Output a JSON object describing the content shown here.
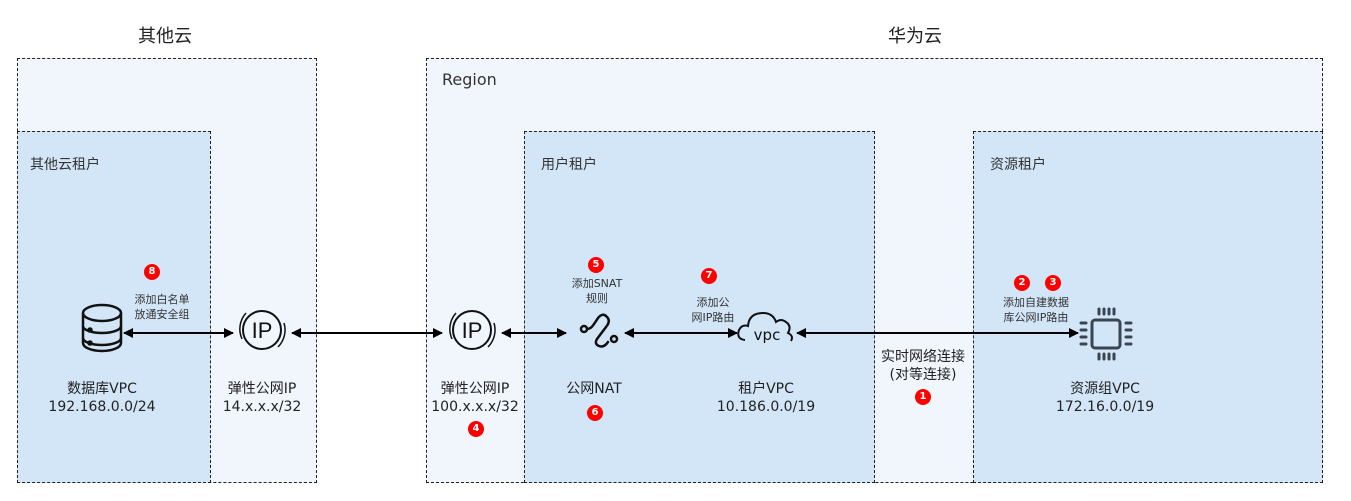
{
  "groups": {
    "other_cloud": {
      "title": "其他云",
      "tenant_label": "其他云租户"
    },
    "huawei_cloud": {
      "title": "华为云",
      "region_label": "Region",
      "user_tenant_label": "用户租户",
      "resource_tenant_label": "资源租户"
    }
  },
  "nodes": {
    "db_vpc": {
      "name": "数据库VPC",
      "cidr": "192.168.0.0/24",
      "icon": "database-icon"
    },
    "eip_other": {
      "name": "弹性公网IP",
      "cidr": "14.x.x.x/32",
      "icon": "elastic-ip-icon"
    },
    "eip_hw": {
      "name": "弹性公网IP",
      "cidr": "100.x.x.x/32",
      "icon": "elastic-ip-icon"
    },
    "nat": {
      "name": "公网NAT",
      "icon": "nat-gateway-icon"
    },
    "tenant_vpc": {
      "name": "租户VPC",
      "cidr": "10.186.0.0/19",
      "icon": "vpc-cloud-icon",
      "icon_text": "vpc"
    },
    "resource_vpc": {
      "name": "资源组VPC",
      "cidr": "172.16.0.0/19",
      "icon": "chip-icon"
    }
  },
  "notes": {
    "whitelist": [
      "添加白名单",
      "放通安全组"
    ],
    "snat": [
      "添加SNAT",
      "规则"
    ],
    "route_public": [
      "添加公",
      "网IP路由"
    ],
    "route_db": [
      "添加自建数据",
      "库公网IP路由"
    ],
    "peering": [
      "实时网络连接",
      "(对等连接)"
    ]
  },
  "badges": {
    "b1": "1",
    "b2": "2",
    "b3": "3",
    "b4": "4",
    "b5": "5",
    "b6": "6",
    "b7": "7",
    "b8": "8"
  },
  "colors": {
    "badge": "#ff0000",
    "outer_fill": "#f0f6fc",
    "inner_fill": "#d3e6f8"
  }
}
